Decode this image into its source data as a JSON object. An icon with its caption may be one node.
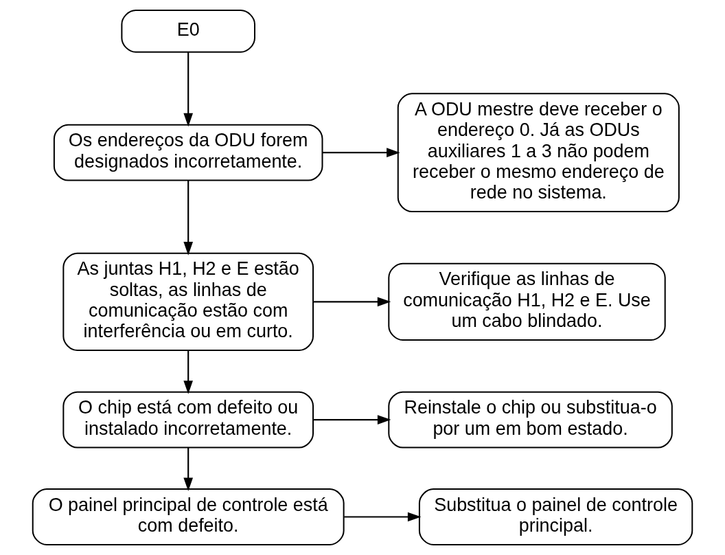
{
  "diagram": {
    "nodes": [
      {
        "text": [
          "E0"
        ]
      },
      {
        "text": [
          "Os endereços da ODU forem designados incorretamente."
        ]
      },
      {
        "text": [
          "A ODU mestre deve receber o endereço 0. Já as ODUs auxiliares 1 a 3 não podem receber o mesmo endereço de rede no sistema."
        ]
      },
      {
        "text": [
          "As juntas H1, H2 e E estão soltas, as linhas de comunicação estão com interferência ou em curto."
        ]
      },
      {
        "text": [
          "Verifique as linhas de comunicação H1, H2 e E. Use um cabo blindado."
        ]
      },
      {
        "text": [
          "O chip está com defeito ou instalado incorretamente."
        ]
      },
      {
        "text": [
          "Reinstale o chip ou substitua-o por um em bom estado."
        ]
      },
      {
        "text": [
          "O painel principal de controle está com defeito."
        ]
      },
      {
        "text": [
          "Substitua o painel de controle principal."
        ]
      }
    ],
    "edges": [
      {
        "from": 0,
        "to": 1,
        "arrow": "to"
      },
      {
        "from": 1,
        "to": 2,
        "arrow": "to"
      },
      {
        "from": 1,
        "to": 3,
        "arrow": "to"
      },
      {
        "from": 3,
        "to": 4,
        "arrow": "to"
      },
      {
        "from": 3,
        "to": 5,
        "arrow": "to"
      },
      {
        "from": 5,
        "to": 6,
        "arrow": "to"
      },
      {
        "from": 5,
        "to": 7,
        "arrow": "to"
      },
      {
        "from": 7,
        "to": 8,
        "arrow": "to"
      }
    ]
  }
}
